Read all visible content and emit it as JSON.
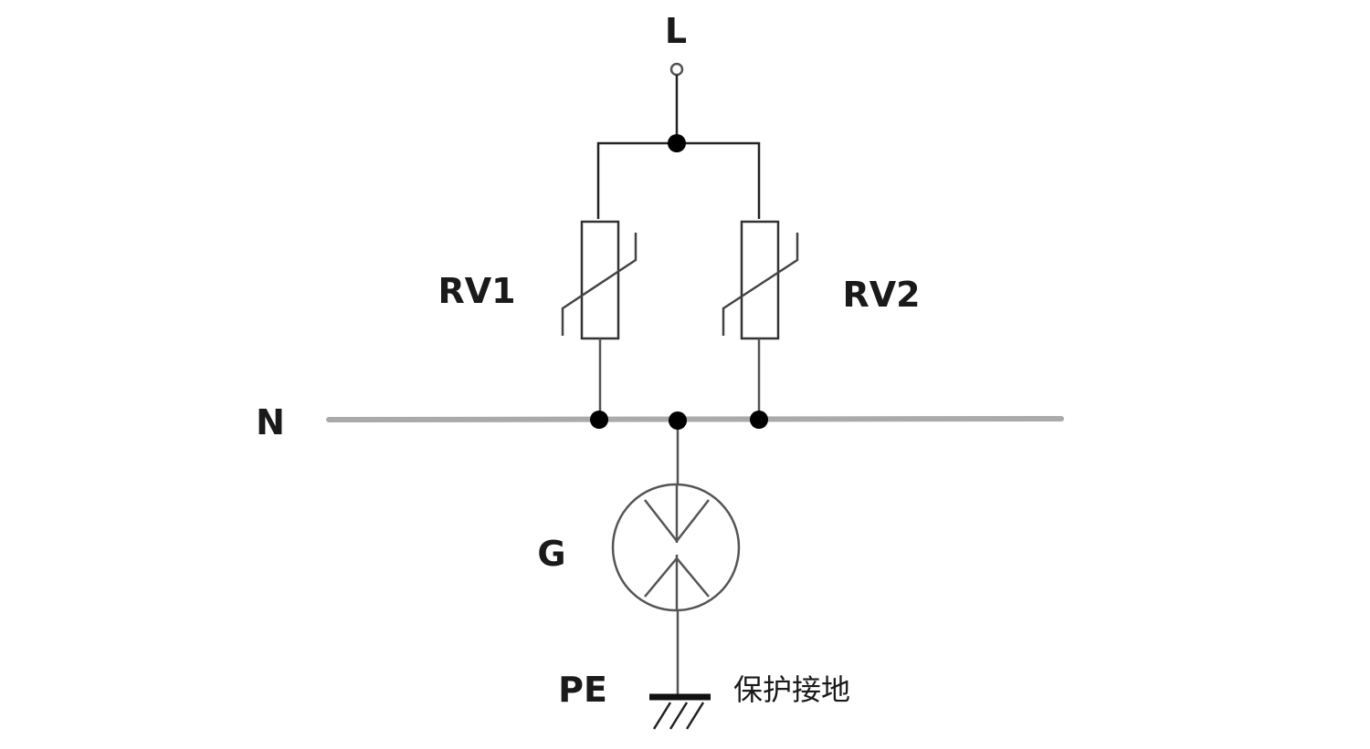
{
  "diagram": {
    "labels": {
      "line": "L",
      "neutral": "N",
      "varistor_1": "RV1",
      "varistor_2": "RV2",
      "gas_tube": "G",
      "protective_earth": "PE",
      "ground_note": "保护接地"
    },
    "components": [
      {
        "id": "RV1",
        "kind": "varistor"
      },
      {
        "id": "RV2",
        "kind": "varistor"
      },
      {
        "id": "G",
        "kind": "gas-discharge-tube"
      }
    ],
    "connections": [
      [
        "L",
        "RV1"
      ],
      [
        "L",
        "RV2"
      ],
      [
        "RV1",
        "N"
      ],
      [
        "RV2",
        "N"
      ],
      [
        "N",
        "G"
      ],
      [
        "G",
        "PE"
      ]
    ]
  }
}
